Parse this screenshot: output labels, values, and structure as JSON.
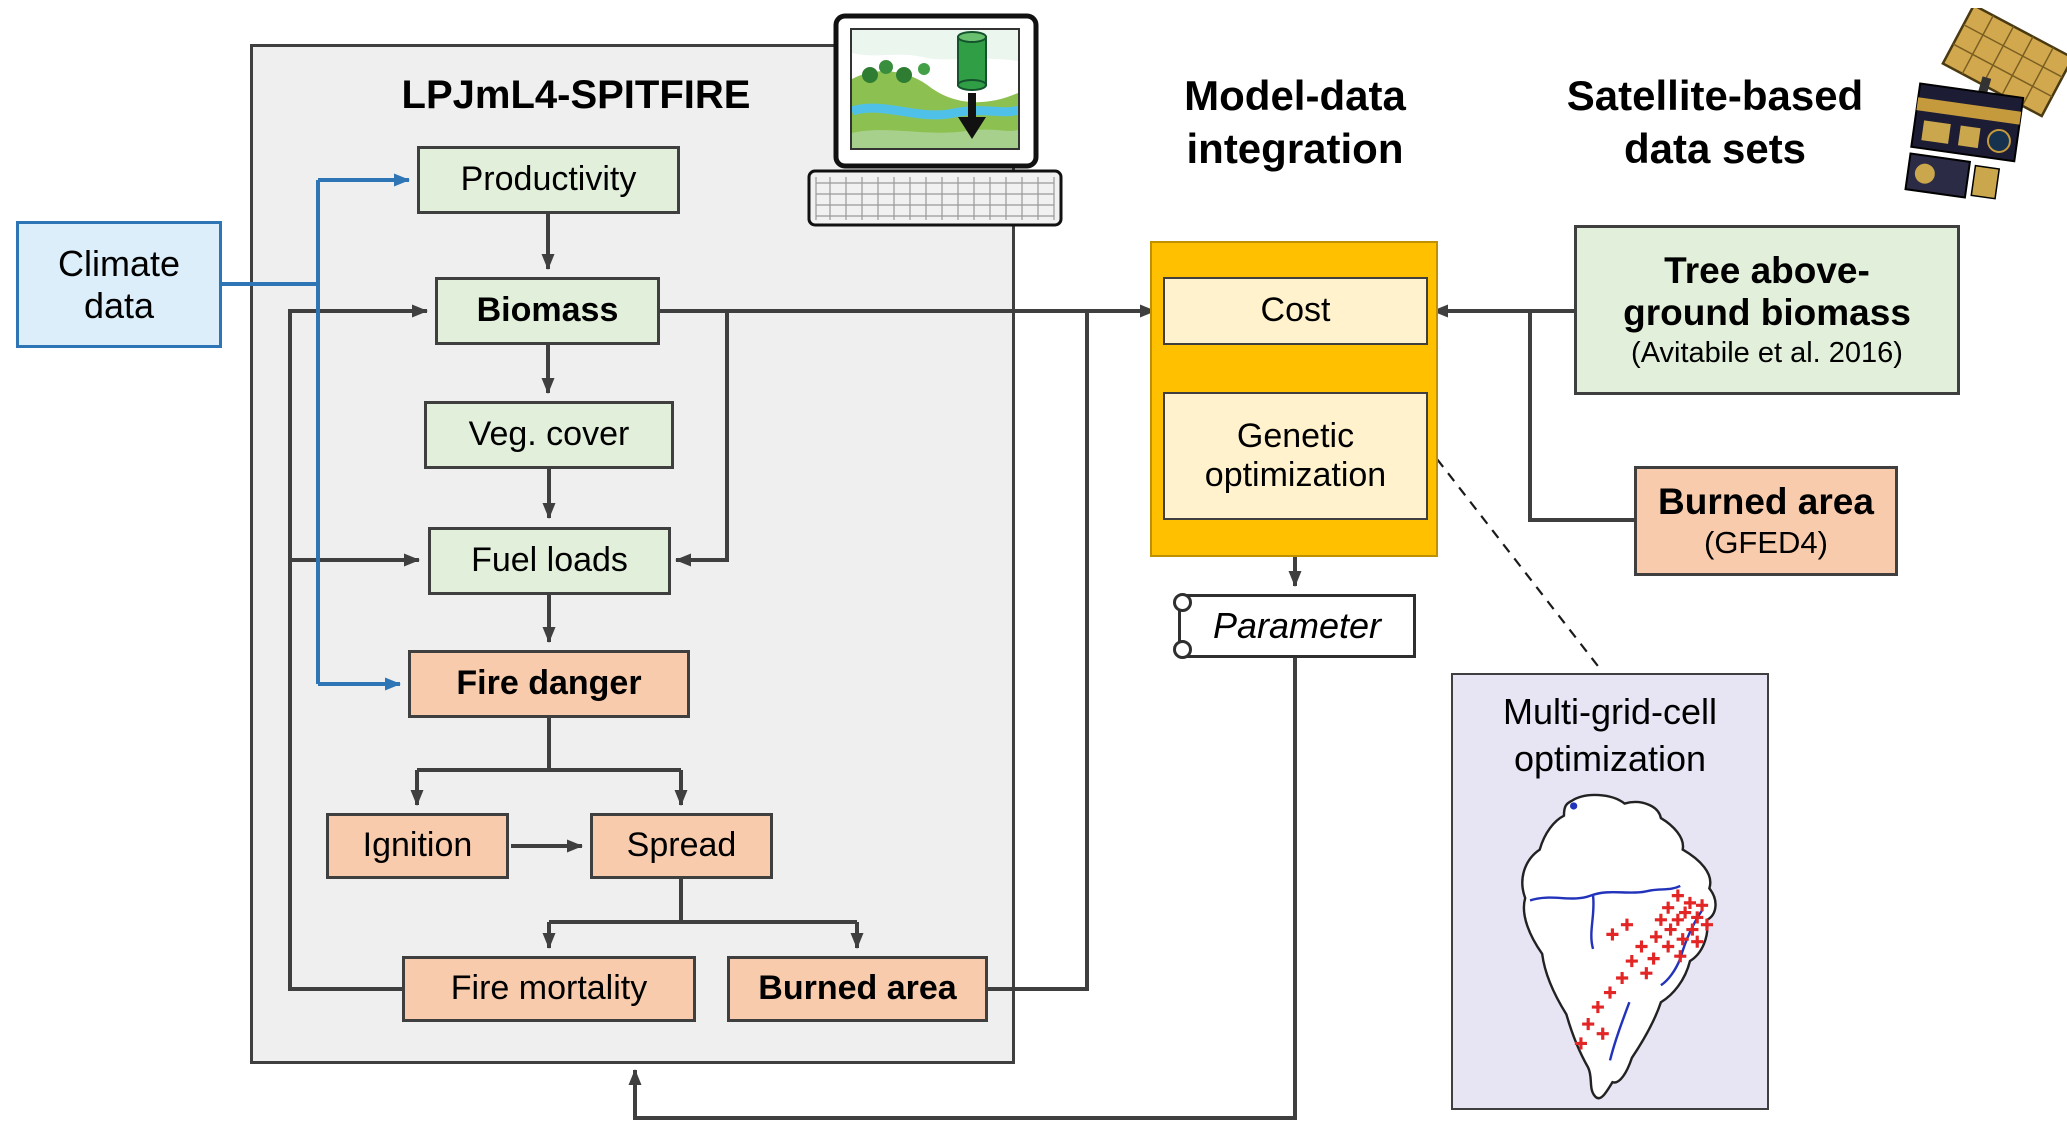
{
  "lpjml": {
    "title": "LPJmL4-SPITFIRE",
    "productivity": "Productivity",
    "biomass": "Biomass",
    "veg_cover": "Veg. cover",
    "fuel_loads": "Fuel loads",
    "fire_danger": "Fire danger",
    "ignition": "Ignition",
    "spread": "Spread",
    "fire_mortality": "Fire mortality",
    "burned_area": "Burned area"
  },
  "climate": {
    "label": "Climate data"
  },
  "integration": {
    "heading_line1": "Model-data",
    "heading_line2": "integration",
    "cost": "Cost",
    "genetic_optimization": "Genetic optimization",
    "parameter": "Parameter"
  },
  "satellite": {
    "heading_line1": "Satellite-based",
    "heading_line2": "data sets",
    "tree_biomass_line1": "Tree above-",
    "tree_biomass_line2": "ground biomass",
    "tree_biomass_source": "(Avitabile et al. 2016)",
    "burned_area": "Burned area",
    "burned_area_source": "(GFED4)"
  },
  "multigrid": {
    "heading_line1": "Multi-grid-cell",
    "heading_line2": "optimization"
  },
  "colors": {
    "green_box": "#e2efda",
    "salmon_box": "#f8cbad",
    "climate_fill": "#dbeef9",
    "blue_accent": "#2e75b6",
    "gold_fill": "#ffc000",
    "cream_fill": "#fff2cc",
    "lavender_fill": "#e7e4f4",
    "container_gray": "#efefef",
    "arrow_gray": "#3f3f3f"
  }
}
